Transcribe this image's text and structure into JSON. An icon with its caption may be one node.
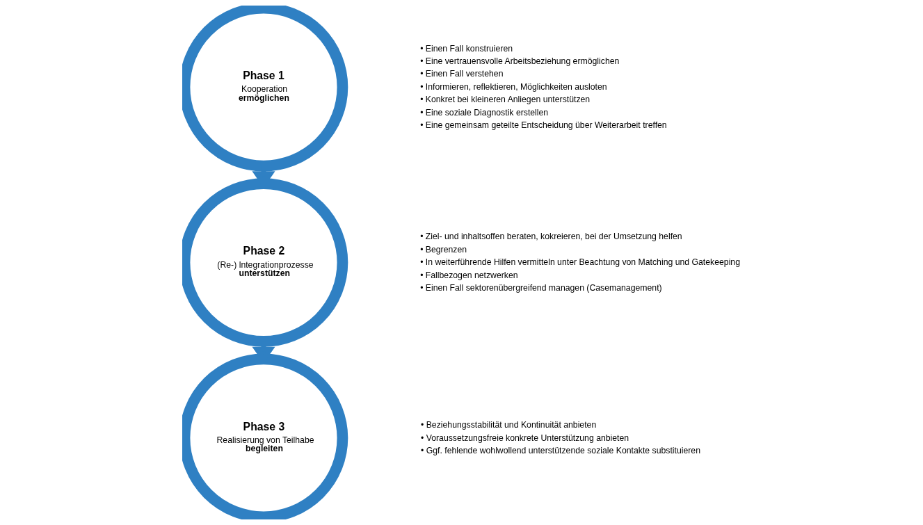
{
  "diagram": {
    "nodes": [
      {
        "text": [
          "Phase 1",
          "Kooperation **ermöglichen**"
        ],
        "beside": [
          "• Einen Fall konstruieren",
          "• Eine vertrauensvolle Arbeitsbeziehung ermöglichen",
          "• Einen Fall verstehen",
          "• Informieren, reflektieren, Möglichkeiten ausloten",
          "• Konkret bei kleineren Anliegen unterstützen",
          "• Eine soziale Diagnostik erstellen",
          "• Eine gemeinsam geteilte Entscheidung über Weiterarbeit treffen"
        ]
      },
      {
        "text": [
          "Phase 2",
          "(Re-) lntegrationprozesse **unterstützen**"
        ],
        "beside": [
          "• Ziel- und inhaltsoffen beraten, kokreieren, bei der Umsetzung helfen",
          "• Begrenzen",
          "• In weiterführende Hilfen vermitteln unter Beachtung von Matching und Gatekeeping",
          "• Fallbezogen netzwerken",
          "• Einen Fall sektorenübergreifend managen (Casemanagement)"
        ]
      },
      {
        "text": [
          "Phase 3",
          "Realisierung von Teilhabe **begleiten**"
        ],
        "beside": [
          "• Beziehungsstabilität und Kontinuität anbieten",
          "• Voraussetzungsfreie konkrete Unterstützung anbieten",
          "• Ggf. fehlende wohlwollend unterstützende soziale Kontakte substituieren"
        ]
      }
    ],
    "edges": [
      {
        "from": 0,
        "to": 1,
        "arrow": "to"
      },
      {
        "from": 1,
        "to": 2,
        "arrow": "to"
      }
    ]
  }
}
